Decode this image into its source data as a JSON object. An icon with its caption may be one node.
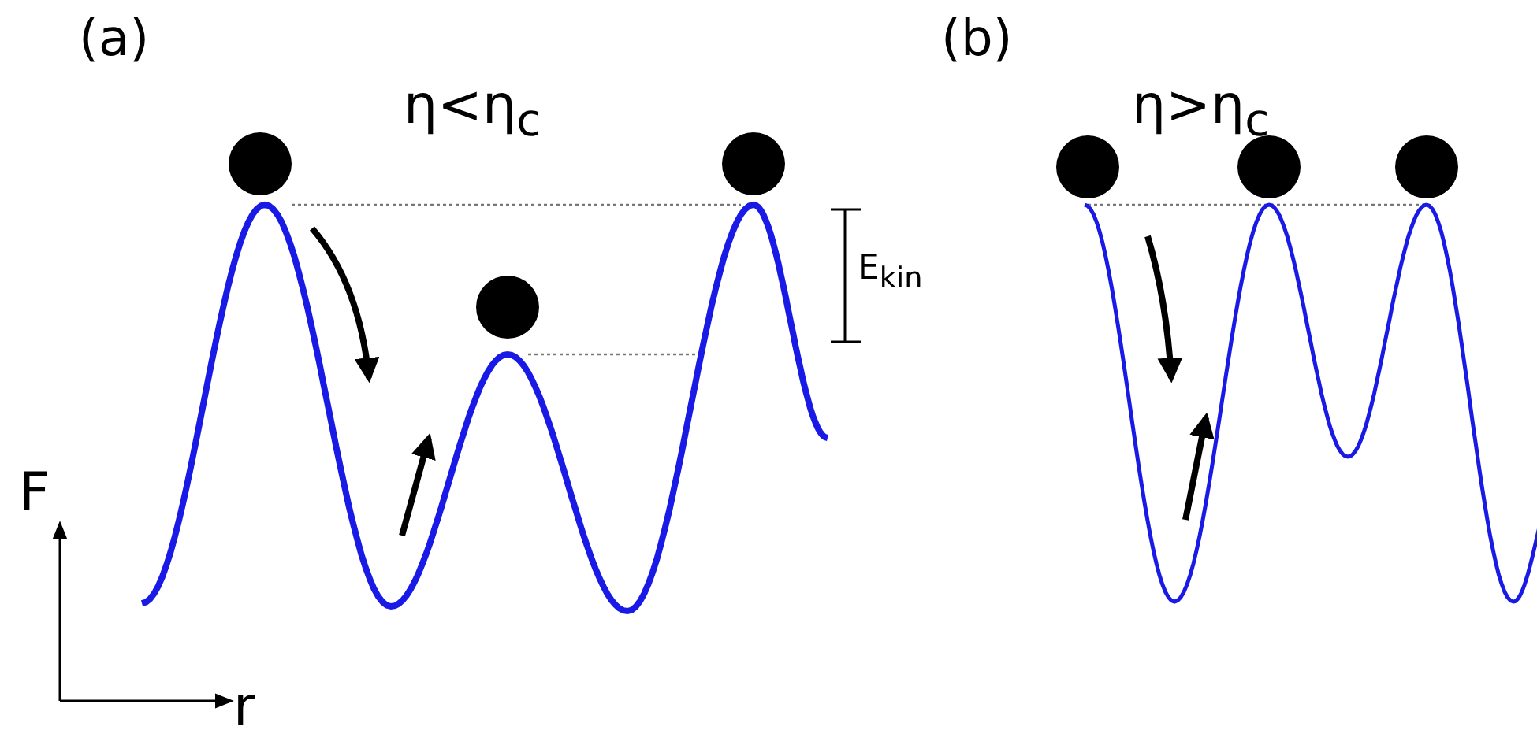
{
  "diagram": {
    "labels": [
      "(a)",
      "η<η$_{c}$",
      "E$_{kin}$",
      "F",
      "r",
      "(b)",
      "η>η$_{c}$"
    ]
  }
}
